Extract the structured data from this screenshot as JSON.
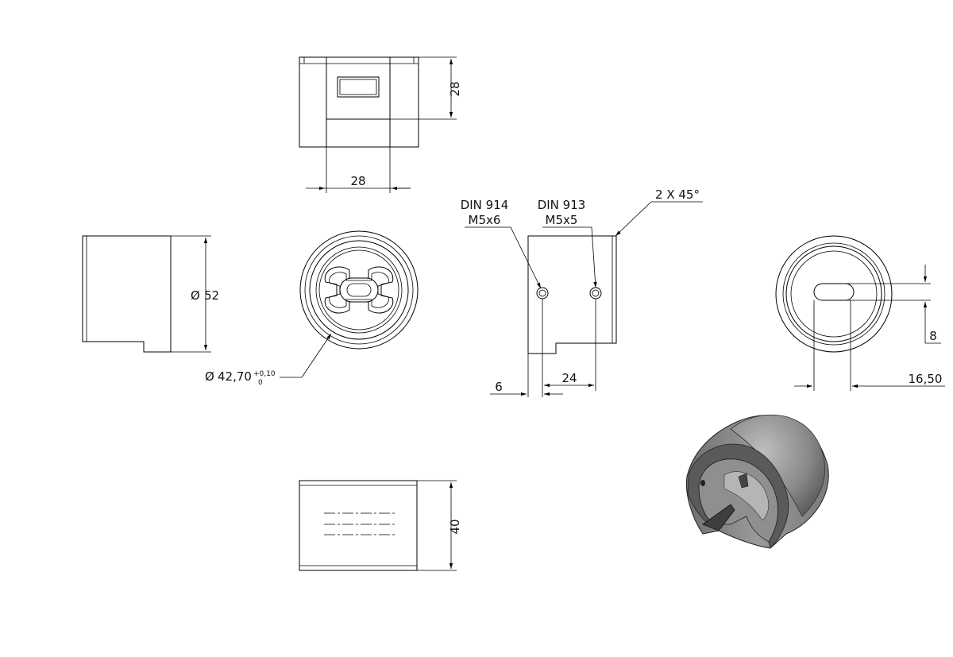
{
  "dimensions": {
    "top_height": "28",
    "top_width": "28",
    "side_diameter_symbol": "Ø",
    "side_diameter": "52",
    "inner_diameter_symbol": "Ø",
    "inner_diameter": "42,70",
    "inner_tol_upper": "+0,10",
    "inner_tol_lower": "0",
    "offset_6": "6",
    "spacing_24": "24",
    "chamfer": "2 X 45°",
    "slot_8": "8",
    "slot_offset": "16,50",
    "front_height": "40"
  },
  "callouts": {
    "screw1_std": "DIN 914",
    "screw1_size": "M5x6",
    "screw2_std": "DIN 913",
    "screw2_size": "M5x5"
  }
}
